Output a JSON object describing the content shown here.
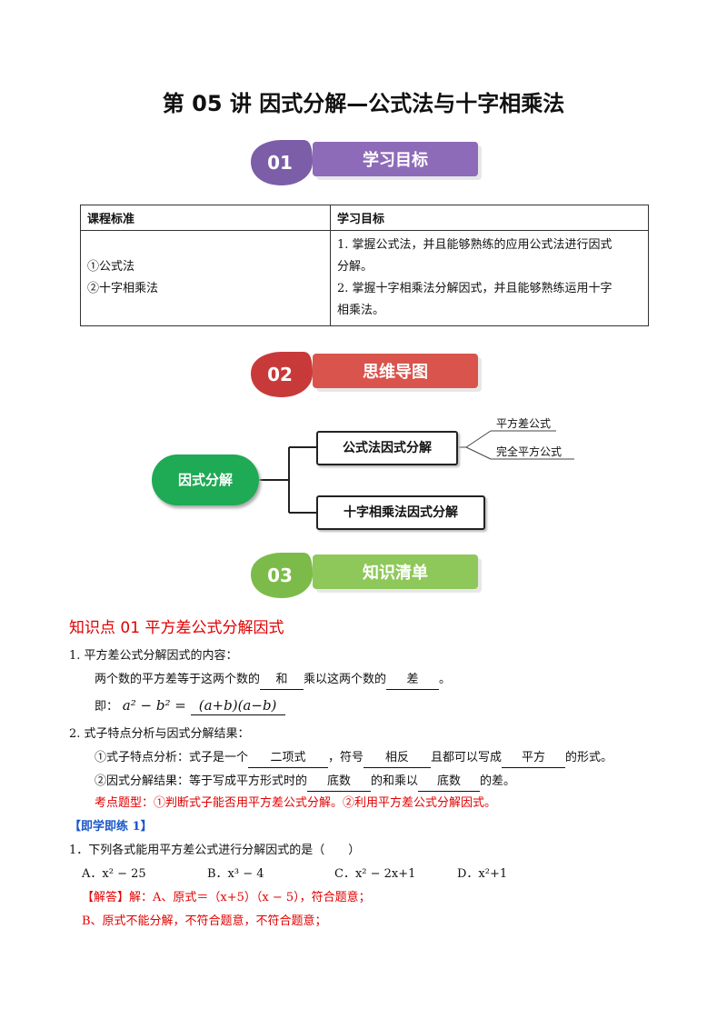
{
  "title": "第 05 讲  因式分解—公式法与十字相乘法",
  "banners": [
    {
      "num": "01",
      "label": "学习目标",
      "circle": "#7b5ea7",
      "bar": "#8e6bb8"
    },
    {
      "num": "02",
      "label": "思维导图",
      "circle": "#c83a3a",
      "bar": "#d9544d"
    },
    {
      "num": "03",
      "label": "知识清单",
      "circle": "#7cbb4a",
      "bar": "#8fc85a"
    }
  ],
  "table": {
    "head_left": "课程标准",
    "head_right": "学习目标",
    "left_items": [
      "①公式法",
      "②十字相乘法"
    ],
    "right_lines": [
      "1. 掌握公式法，并且能够熟练的应用公式法进行因式",
      "分解。",
      "2. 掌握十字相乘法分解因式，并且能够熟练运用十字",
      "相乘法。"
    ]
  },
  "mindmap": {
    "root": "因式分解",
    "branch1": "公式法因式分解",
    "branch2": "十字相乘法因式分解",
    "leaf1": "平方差公式",
    "leaf2": "完全平方公式"
  },
  "kp": {
    "title": "知识点 01    平方差公式分解因式",
    "l1": "1.  平方差公式分解因式的内容：",
    "l2_a": "两个数的平方差等于这两个数的",
    "l2_b1": "和",
    "l2_c": "乘以这两个数的",
    "l2_b2": "差",
    "l2_d": "。",
    "l3_a": "即：",
    "l3_formula_left": "a² − b² =",
    "l3_formula_right": "(a+b)(a−b)",
    "l4": "2.  式子特点分析与因式分解结果：",
    "l5_a": "①式子特点分析：式子是一个",
    "l5_b1": "二项式",
    "l5_c": "，符号",
    "l5_b2": "相反",
    "l5_d": "且都可以写成",
    "l5_b3": "平方",
    "l5_e": "的形式。",
    "l6_a": "②因式分解结果：等于写成平方形式时的",
    "l6_b1": "底数",
    "l6_c": "的和乘以",
    "l6_b2": "底数",
    "l6_d": "的差。",
    "l7": "考点题型：①判断式子能否用平方差公式分解。②利用平方差公式分解因式。",
    "practice": "【即学即练 1】",
    "q1": "1．下列各式能用平方差公式进行分解因式的是（　　）",
    "optA": "A．x² − 25",
    "optB": "B．x³ − 4",
    "optC": "C．x² − 2x+1",
    "optD": "D．x²+1",
    "ans_tag": "【解答】",
    "ans1": "解：A、原式＝（x+5）（x − 5），符合题意；",
    "ans2": "B、原式不能分解，不符合题意，不符合题意；"
  }
}
